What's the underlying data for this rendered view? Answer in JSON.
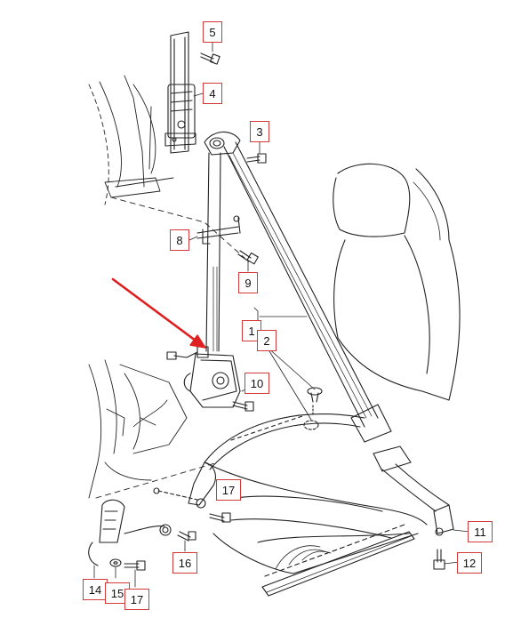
{
  "diagram": {
    "accent_color": "#e02020",
    "callout_border_color": "#d23a3a",
    "line_color": "#222222",
    "callouts": [
      "5",
      "4",
      "3",
      "8",
      "9",
      "1",
      "2",
      "10",
      "17",
      "16",
      "11",
      "12",
      "14",
      "15",
      "17"
    ]
  }
}
